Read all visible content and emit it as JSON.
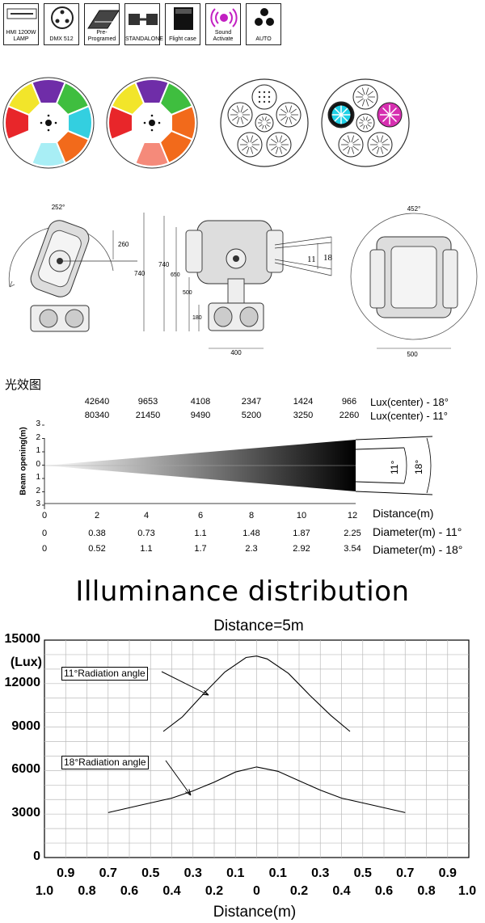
{
  "feature_icons": [
    {
      "name": "hmi-lamp-icon",
      "top": "HMI 1200W",
      "bottom": "LAMP"
    },
    {
      "name": "dmx-icon",
      "top": "",
      "bottom": "DMX 512"
    },
    {
      "name": "pre-programmed-icon",
      "top": "",
      "bottom": "Pre-Programed"
    },
    {
      "name": "standalone-icon",
      "top": "",
      "bottom": "STANDALONE"
    },
    {
      "name": "flight-case-icon",
      "top": "",
      "bottom": "Flight case"
    },
    {
      "name": "sound-activate-icon",
      "top": "Sound",
      "bottom": "Activate"
    },
    {
      "name": "auto-icon",
      "top": "",
      "bottom": "AUTO"
    }
  ],
  "color_wheels": {
    "wheel1": [
      "#6f2da8",
      "#3fbe3f",
      "#33cfe0",
      "#f26a1b",
      "#a8eef5",
      "#ffffff",
      "#e8262a",
      "#f2e52a"
    ],
    "wheel2": [
      "#6f2da8",
      "#3fbe3f",
      "#f26a1b",
      "#f26a1b",
      "#f58a7a",
      "#ffffff",
      "#e8262a",
      "#f2e52a"
    ]
  },
  "dimensions": {
    "side_angle": "252°",
    "side_arm": "260",
    "side_height": "740",
    "front_total": "740",
    "front_head": "650",
    "front_mid": "500",
    "front_base": "180",
    "front_width": "400",
    "beam_narrow": "11",
    "beam_wide": "18",
    "top_angle": "452°",
    "top_width": "500"
  },
  "beam": {
    "title": "光效图",
    "lux18": [
      "42640",
      "9653",
      "4108",
      "2347",
      "1424",
      "966"
    ],
    "lux11": [
      "80340",
      "21450",
      "9490",
      "5200",
      "3250",
      "2260"
    ],
    "lux18_label": "Lux(center) - 18°",
    "lux11_label": "Lux(center) - 11°",
    "yaxis_label": "Beam opening(m)",
    "yticks": [
      "3",
      "2",
      "1",
      "0",
      "1",
      "2",
      "3"
    ],
    "distances": [
      "0",
      "2",
      "4",
      "6",
      "8",
      "10",
      "12"
    ],
    "distance_label": "Distance(m)",
    "d11": [
      "0",
      "0.38",
      "0.73",
      "1.1",
      "1.48",
      "1.87",
      "2.25"
    ],
    "d18": [
      "0",
      "0.52",
      "1.1",
      "1.7",
      "2.3",
      "2.92",
      "3.54"
    ],
    "d11_label": "Diameter(m) - 11°",
    "d18_label": "Diameter(m) - 18°",
    "angle11": "11°",
    "angle18": "18°"
  },
  "illum": {
    "title": "Illuminance distribution",
    "subtitle": "Distance=5m",
    "unit": "(Lux)",
    "xlabel": "Distance(m)",
    "callout11": "11°Radiation angle",
    "callout18": "18°Radiation angle"
  },
  "chart_data": {
    "type": "line",
    "title": "Illuminance distribution",
    "subtitle": "Distance=5m",
    "xlabel": "Distance(m)",
    "ylabel": "(Lux)",
    "ylim": [
      0,
      15000
    ],
    "xlim": [
      -1.0,
      1.0
    ],
    "yticks": [
      15000,
      12000,
      9000,
      6000,
      3000,
      0
    ],
    "xticks_top": [
      "0.9",
      "0.7",
      "0.5",
      "0.3",
      "0.1",
      "0.1",
      "0.3",
      "0.5",
      "0.7",
      "0.9"
    ],
    "xticks_bottom": [
      "1.0",
      "0.8",
      "0.6",
      "0.4",
      "0.2",
      "0",
      "0.2",
      "0.4",
      "0.6",
      "0.8",
      "1.0"
    ],
    "grid": true,
    "series": [
      {
        "name": "11°Radiation angle",
        "x": [
          -0.44,
          -0.35,
          -0.25,
          -0.15,
          -0.05,
          0,
          0.05,
          0.15,
          0.25,
          0.35,
          0.44
        ],
        "y": [
          8700,
          9700,
          11300,
          12800,
          13800,
          13900,
          13700,
          12700,
          11200,
          9800,
          8700
        ]
      },
      {
        "name": "18°Radiation angle",
        "x": [
          -0.7,
          -0.55,
          -0.4,
          -0.3,
          -0.2,
          -0.1,
          0,
          0.1,
          0.2,
          0.3,
          0.4,
          0.55,
          0.7
        ],
        "y": [
          3100,
          3600,
          4100,
          4600,
          5200,
          5900,
          6250,
          5950,
          5300,
          4650,
          4100,
          3600,
          3100
        ]
      }
    ]
  }
}
